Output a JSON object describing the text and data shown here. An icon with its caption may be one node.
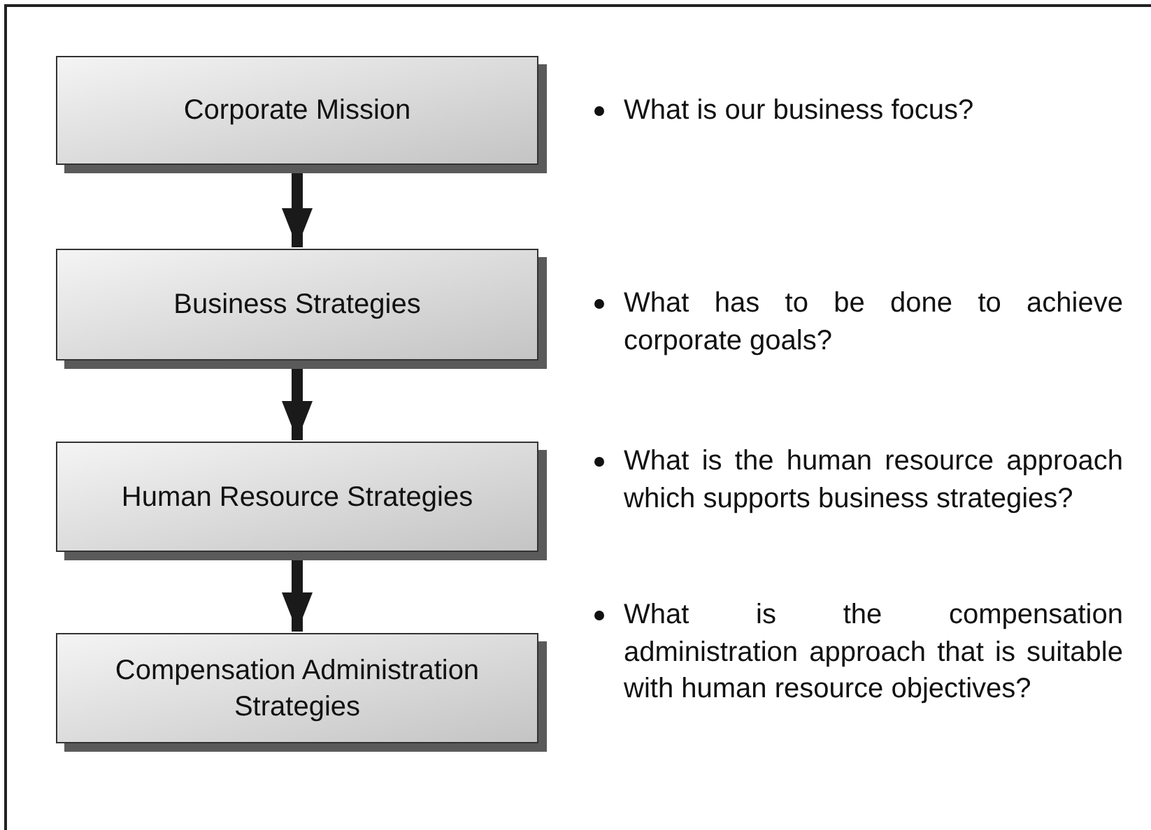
{
  "diagram": {
    "nodes": [
      {
        "text": [
          "Corporate Mission"
        ],
        "beside": [
          "What is our business focus?"
        ]
      },
      {
        "text": [
          "Business Strategies"
        ],
        "beside": [
          "What has to be done to achieve corporate goals?"
        ]
      },
      {
        "text": [
          "Human Resource Strategies"
        ],
        "beside": [
          "What is the human resource approach which supports business strategies?"
        ]
      },
      {
        "text": [
          "Compensation Administration Strategies"
        ],
        "beside": [
          "What is the compensation administration approach that is suitable with human resource objectives?"
        ]
      }
    ],
    "edges": [
      {
        "from": 0,
        "to": 1,
        "arrow": "to"
      },
      {
        "from": 1,
        "to": 2,
        "arrow": "to"
      },
      {
        "from": 2,
        "to": 3,
        "arrow": "to"
      }
    ]
  }
}
